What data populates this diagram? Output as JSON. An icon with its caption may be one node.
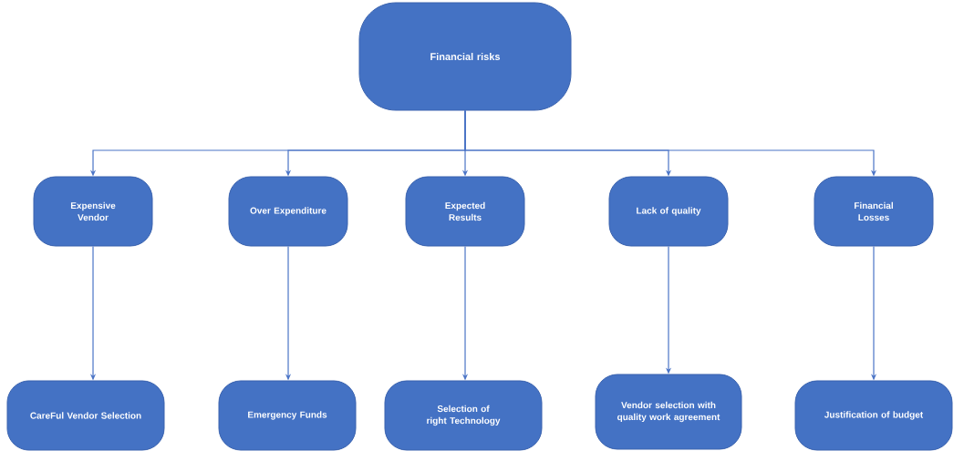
{
  "diagram": {
    "nodes": [
      {
        "text": [
          "Financial risks"
        ]
      },
      {
        "text": [
          "Expensive Vendor"
        ]
      },
      {
        "text": [
          "Over Expenditure"
        ]
      },
      {
        "text": [
          "Expected Results"
        ]
      },
      {
        "text": [
          "Lack of quality"
        ]
      },
      {
        "text": [
          "Financial Losses"
        ]
      },
      {
        "text": [
          "CareFul Vendor Selection"
        ]
      },
      {
        "text": [
          "Emergency Funds"
        ]
      },
      {
        "text": [
          "Selection of right Technology"
        ]
      },
      {
        "text": [
          "Vendor selection with quality work agreement"
        ]
      },
      {
        "text": [
          "Justification of budget"
        ]
      }
    ],
    "edges": [
      {
        "from": 0,
        "to": 1,
        "arrow": "to"
      },
      {
        "from": 0,
        "to": 2,
        "arrow": "to"
      },
      {
        "from": 0,
        "to": 3,
        "arrow": "to"
      },
      {
        "from": 0,
        "to": 4,
        "arrow": "to"
      },
      {
        "from": 0,
        "to": 5,
        "arrow": "to"
      },
      {
        "from": 1,
        "to": 6,
        "arrow": "to"
      },
      {
        "from": 2,
        "to": 7,
        "arrow": "to"
      },
      {
        "from": 3,
        "to": 8,
        "arrow": "to"
      },
      {
        "from": 4,
        "to": 9,
        "arrow": "to"
      },
      {
        "from": 5,
        "to": 10,
        "arrow": "to"
      }
    ]
  }
}
